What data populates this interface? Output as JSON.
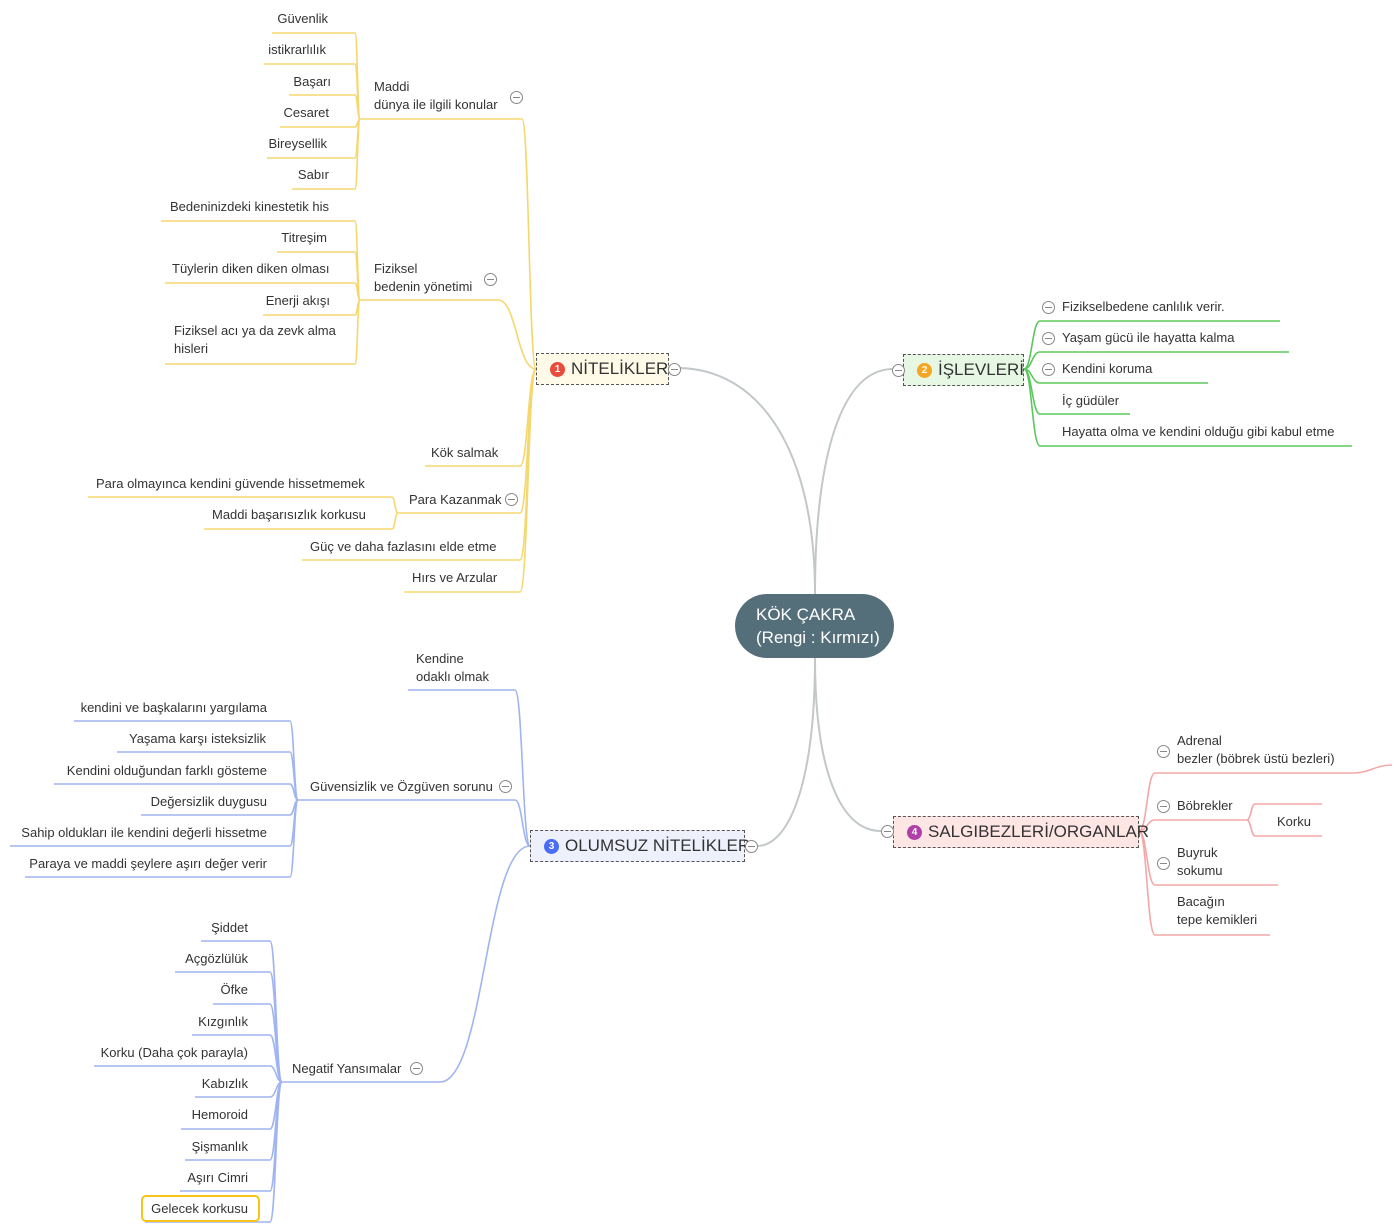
{
  "central": {
    "title": "KÖK ÇAKRA\n(Rengi : Kırmızı)"
  },
  "branches": {
    "nitelikler": {
      "label": "NİTELİKLER",
      "number": "1",
      "color": "#f5d76e",
      "badge_color": "#e74c3c",
      "fill": "#fffbe8",
      "maddi": {
        "label": "Maddi\ndünya ile ilgili konular",
        "items": [
          "Güvenlik",
          "istikrarlılık",
          "Başarı",
          "Cesaret",
          "Bireysellik",
          "Sabır"
        ]
      },
      "fiziksel": {
        "label": "Fiziksel\nbedenin yönetimi",
        "items": [
          "Bedeninizdeki kinestetik his",
          "Titreşim",
          "Tüylerin diken diken olması",
          "Enerji akışı",
          "Fiziksel acı ya da zevk alma\nhisleri"
        ]
      },
      "kok_salmak": "Kök salmak",
      "para": {
        "label": "Para Kazanmak",
        "items": [
          "Para olmayınca kendini güvende hissetmemek",
          "Maddi başarısızlık korkusu"
        ]
      },
      "guc": "Güç ve daha fazlasını elde etme",
      "hirs": "Hırs ve Arzular"
    },
    "islevleri": {
      "label": "İŞLEVLERİ",
      "number": "2",
      "color": "#5cc85c",
      "badge_color": "#f5a623",
      "fill": "#e6f8e3",
      "items": [
        "Fizikselbedene canlılık verir.",
        "Yaşam gücü ile hayatta kalma",
        "Kendini koruma",
        "İç güdüler",
        "Hayatta olma ve kendini olduğu gibi kabul etme"
      ]
    },
    "olumsuz": {
      "label": "OLUMSUZ NİTELİKLER",
      "number": "3",
      "color": "#9fb4f0",
      "badge_color": "#4a6cf7",
      "fill": "#eef0fc",
      "kendine": "Kendine\nodaklı olmak",
      "guvensizlik": {
        "label": "Güvensizlik ve Özgüven sorunu",
        "items": [
          "kendini ve başkalarını yargılama",
          "Yaşama karşı isteksizlik",
          "Kendini olduğundan farklı gösteme",
          "Değersizlik duygusu",
          "Sahip oldukları ile kendini değerli hissetme",
          "Paraya ve maddi şeylere aşırı değer verir"
        ]
      },
      "negatif": {
        "label": "Negatif Yansımalar",
        "items": [
          "Şiddet",
          "Açgözlülük",
          "Öfke",
          "Kızgınlık",
          "Korku (Daha çok parayla)",
          "Kabızlık",
          "Hemoroid",
          "Şişmanlık",
          "Aşırı Cimri",
          "Gelecek korkusu"
        ]
      }
    },
    "salgibezleri": {
      "label": "SALGIBEZLERİ/ORGANLAR",
      "number": "4",
      "color": "#f4a7a7",
      "badge_color": "#b03fa8",
      "fill": "#fde6e4",
      "adrenal": "Adrenal\nbezler (böbrek üstü bezleri)",
      "bobrekler": {
        "label": "Böbrekler",
        "items": [
          "Korku"
        ]
      },
      "buyruk": "Buyruk\nsokumu",
      "bacagin": "Bacağın\ntepe kemikleri"
    }
  },
  "colors": {
    "central_fill": "#546e7a",
    "trunk": "#c2c7c9",
    "highlight": "#f5c518"
  }
}
